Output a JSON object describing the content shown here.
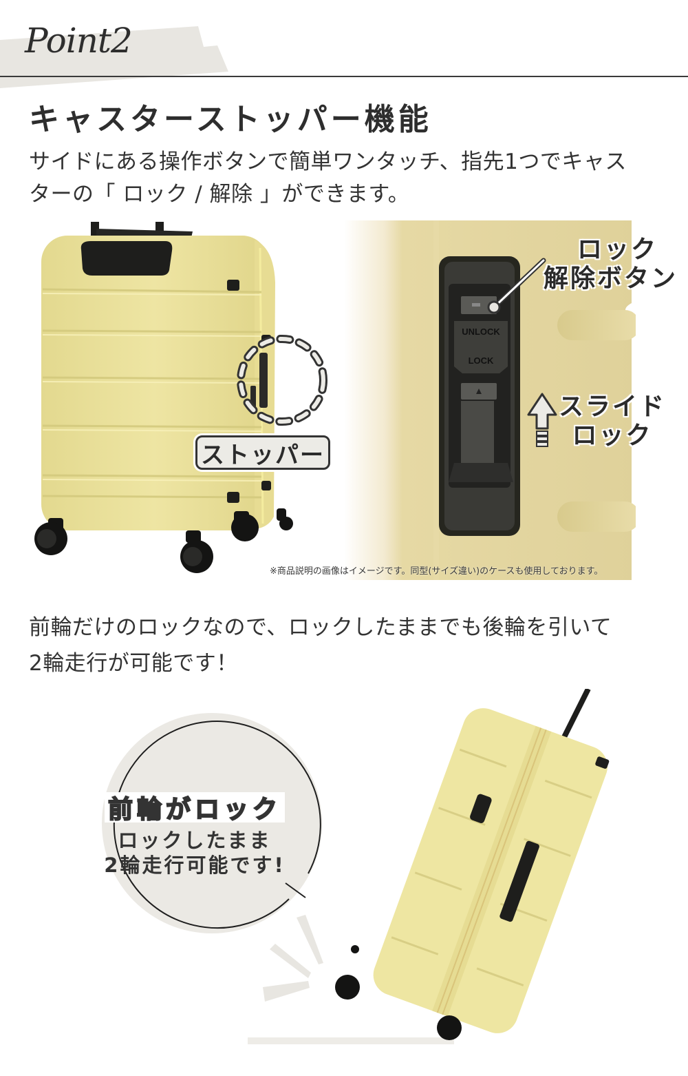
{
  "header": {
    "point_label": "Point2",
    "section_title": "キャスターストッパー機能"
  },
  "intro": {
    "line1": "サイドにある操作ボタンで簡単ワンタッチ、指先1つでキャス",
    "line2": "ターの「 ロック / 解除 」ができます。"
  },
  "photo_left": {
    "stopper_label": "ストッパー"
  },
  "photo_right": {
    "unlock_text": "UNLOCK",
    "lock_text": "LOCK",
    "callout_unlock_line1": "ロック",
    "callout_unlock_line2": "解除ボタン",
    "callout_slide_line1": "スライド",
    "callout_slide_line2": "ロック"
  },
  "disclaimer": "※商品説明の画像はイメージです。同型(サイズ違い)のケースも使用しております。",
  "middle": {
    "line1": "前輪だけのロックなので、ロックしたままでも後輪を引いて",
    "line2": "2輪走行が可能です！"
  },
  "bubble": {
    "headline": "前輪がロック",
    "body_line1": "ロックしたまま",
    "body_line2": "2輪走行可能です!"
  },
  "colors": {
    "tape_gray": "#e8e6e1",
    "rule_dark": "#3a3a3a",
    "suitcase_yellow": "#ebe29a",
    "suitcase_yellow_shade": "#d9cf83",
    "closeup_gold": "#e0d39c",
    "black_plastic": "#1e1e1c",
    "bubble_fill": "#ebe9e4",
    "text_dark": "#2b2b2b"
  }
}
